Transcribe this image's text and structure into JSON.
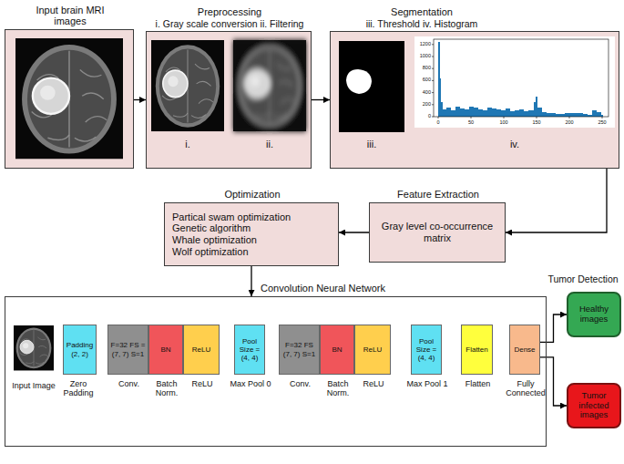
{
  "diagram": {
    "nodes": [
      {
        "text": [
          "Input brain MRI images"
        ]
      },
      {
        "text": [
          "Preprocessing",
          "i. Gray scale conversion ii. Filtering"
        ]
      },
      {
        "text": [
          "Segmentation",
          "iii. Threshold iv. Histogram"
        ]
      },
      {
        "text": [
          "Feature Extraction",
          "Gray level co-occurrence matrix"
        ]
      },
      {
        "text": [
          "Optimization",
          "Partical swam optimization",
          "Genetic algorithm",
          "Whale optimization",
          "Wolf optimization"
        ]
      },
      {
        "text": [
          "Convolution Neural Network"
        ]
      },
      {
        "text": [
          "Padding (2, 2)",
          "Zero Padding"
        ],
        "in": 5
      },
      {
        "text": [
          "F=32 FS =(7, 7) S=1",
          "Conv."
        ],
        "in": 5
      },
      {
        "text": [
          "BN",
          "Batch Norm."
        ],
        "in": 5
      },
      {
        "text": [
          "ReLU",
          "ReLU"
        ],
        "in": 5
      },
      {
        "text": [
          "Pool Size = (4, 4)",
          "Max Pool 0"
        ],
        "in": 5
      },
      {
        "text": [
          "F=32 FS (7, 7) S=1",
          "Conv."
        ],
        "in": 5
      },
      {
        "text": [
          "BN",
          "Batch Norm."
        ],
        "in": 5
      },
      {
        "text": [
          "ReLU",
          "ReLU"
        ],
        "in": 5
      },
      {
        "text": [
          "Pool Size = (4, 4)",
          "Max Pool 1"
        ],
        "in": 5
      },
      {
        "text": [
          "Flatten",
          "Flatten"
        ],
        "in": 5
      },
      {
        "text": [
          "Dense",
          "Fully Connected"
        ],
        "in": 5
      },
      {
        "text": [
          "Healthy images"
        ]
      },
      {
        "text": [
          "Tumor infected images"
        ]
      }
    ],
    "edges": [
      {
        "from": 0,
        "to": 1,
        "arrow": "to"
      },
      {
        "from": 1,
        "to": 2,
        "arrow": "to"
      },
      {
        "from": 2,
        "to": 3,
        "arrow": "to"
      },
      {
        "from": 3,
        "to": 4,
        "arrow": "to"
      },
      {
        "from": 4,
        "to": 5,
        "arrow": "to"
      },
      {
        "from": 16,
        "to": 17,
        "arrow": "to"
      },
      {
        "from": 16,
        "to": 18,
        "arrow": "to"
      }
    ],
    "labels": [
      "i.",
      "ii.",
      "iii.",
      "iv.",
      "1200",
      "1000",
      "800",
      "600",
      "400",
      "200",
      "0",
      "0",
      "50",
      "100",
      "150",
      "200",
      "250",
      "Input Image",
      "Tumor Detection"
    ]
  }
}
